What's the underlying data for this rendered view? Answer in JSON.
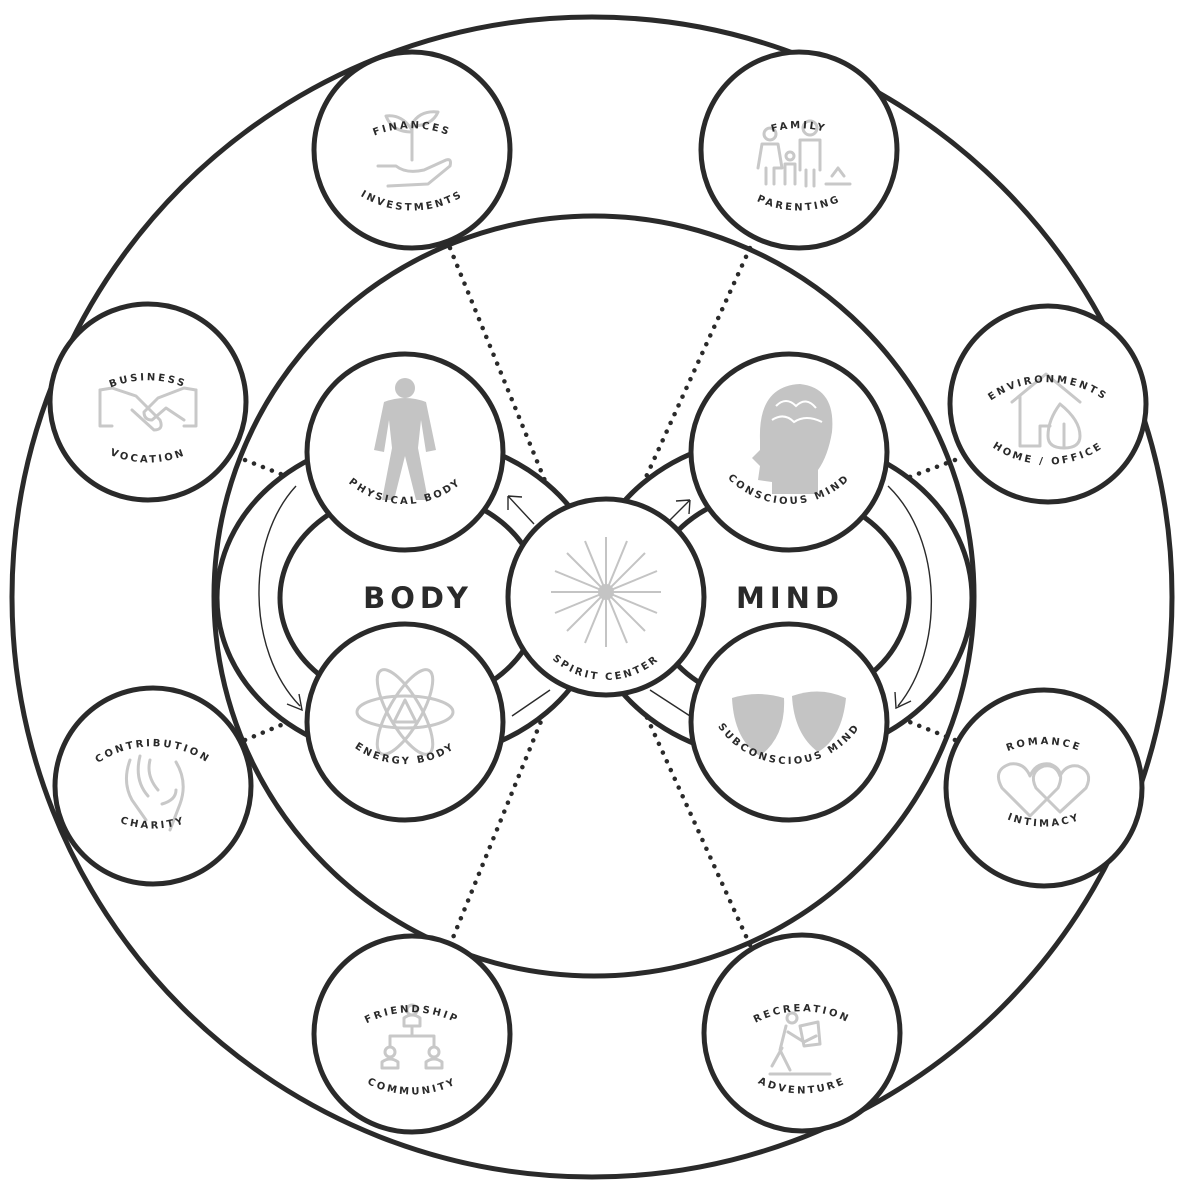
{
  "center": {
    "label": "SPIRIT CENTER"
  },
  "body": {
    "title": "BODY",
    "top": "PHYSICAL BODY",
    "bottom": "ENERGY BODY"
  },
  "mind": {
    "title": "MIND",
    "top": "CONSCIOUS MIND",
    "bottom": "SUBCONSCIOUS MIND"
  },
  "life_areas": [
    {
      "id": "finances",
      "top": "FINANCES",
      "bottom": "INVESTMENTS",
      "icon": "plant-in-hand-icon"
    },
    {
      "id": "family",
      "top": "FAMILY",
      "bottom": "PARENTING",
      "icon": "family-icon"
    },
    {
      "id": "business",
      "top": "BUSINESS",
      "bottom": "VOCATION",
      "icon": "handshake-icon"
    },
    {
      "id": "environments",
      "top": "ENVIRONMENTS",
      "bottom": "HOME / OFFICE",
      "icon": "eco-home-icon"
    },
    {
      "id": "contribution",
      "top": "CONTRIBUTION",
      "bottom": "CHARITY",
      "icon": "helping-hands-icon"
    },
    {
      "id": "romance",
      "top": "ROMANCE",
      "bottom": "INTIMACY",
      "icon": "linked-hearts-icon"
    },
    {
      "id": "friendship",
      "top": "FRIENDSHIP",
      "bottom": "COMMUNITY",
      "icon": "network-people-icon"
    },
    {
      "id": "recreation",
      "top": "RECREATION",
      "bottom": "ADVENTURE",
      "icon": "hiker-icon"
    }
  ],
  "icons": {
    "physical": "human-figure-icon",
    "energy": "atom-icon",
    "conscious": "brain-head-icon",
    "subconscious": "theater-masks-icon",
    "spirit": "starburst-icon"
  }
}
